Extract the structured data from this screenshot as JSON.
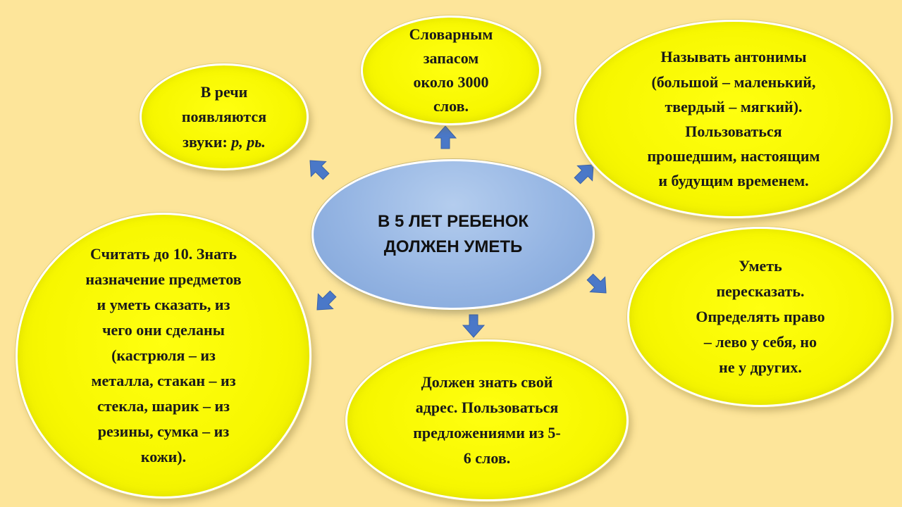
{
  "center": {
    "line1": "В  5 ЛЕТ РЕБЕНОК",
    "line2": "ДОЛЖЕН УМЕТЬ"
  },
  "bubbles": {
    "speech": {
      "text": "В речи\nпоявляются\nзвуки: ",
      "sounds": "р, рь."
    },
    "vocabulary": {
      "text": "Словарным\nзапасом\nоколо 3000\nслов."
    },
    "antonyms": {
      "text": "Называть антонимы\n(большой – маленький,\nтвердый – мягкий).\nПользоваться\nпрошедшим, настоящим\nи будущим временем."
    },
    "counting": {
      "text": "Считать до 10. Знать\nназначение предметов\nи уметь сказать, из\nчего они сделаны\n(кастрюля – из\nметалла, стакан – из\nстекла, шарик – из\nрезины, сумка – из\nкожи)."
    },
    "address": {
      "text": "Должен знать свой\nадрес. Пользоваться\nпредложениями из 5-\n6 слов."
    },
    "retell": {
      "text": "Уметь\nпересказать.\nОпределять право\n– лево у себя, но\nне у других."
    }
  },
  "colors": {
    "background": "#fde59a",
    "bubble": "#f7f700",
    "center": "#95b5e3",
    "arrow": "#4a78c8"
  }
}
